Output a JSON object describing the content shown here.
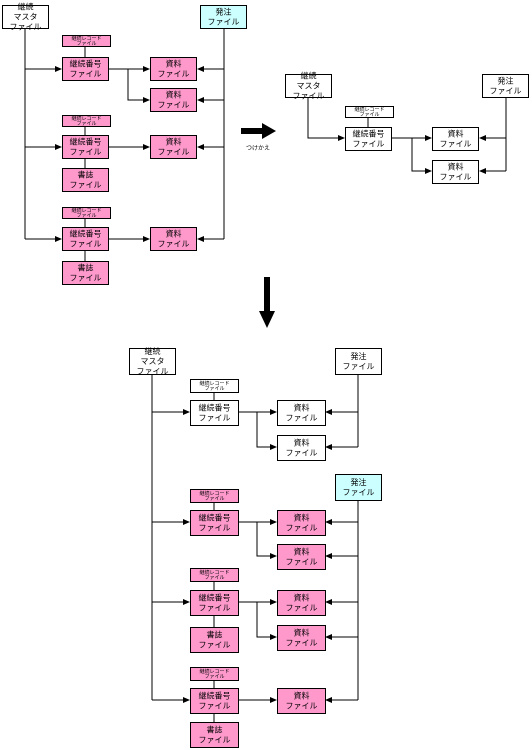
{
  "colors": {
    "pink": "#FF99CC",
    "cyan": "#CCFFFF",
    "white": "#FFFFFF",
    "line": "#000000"
  },
  "labels": {
    "master": [
      "継続",
      "マスタ",
      "ファイル"
    ],
    "order": [
      "発注",
      "ファイル"
    ],
    "serial": [
      "継続番号",
      "ファイル"
    ],
    "material": [
      "資料",
      "ファイル"
    ],
    "bib": [
      "書誌",
      "ファイル"
    ],
    "record": [
      "継続レコード",
      "ファイル"
    ],
    "arrow_caption": "つけかえ"
  },
  "icons": {
    "right_arrow": "bold-right-arrow-icon",
    "down_arrow": "bold-down-arrow-icon"
  }
}
